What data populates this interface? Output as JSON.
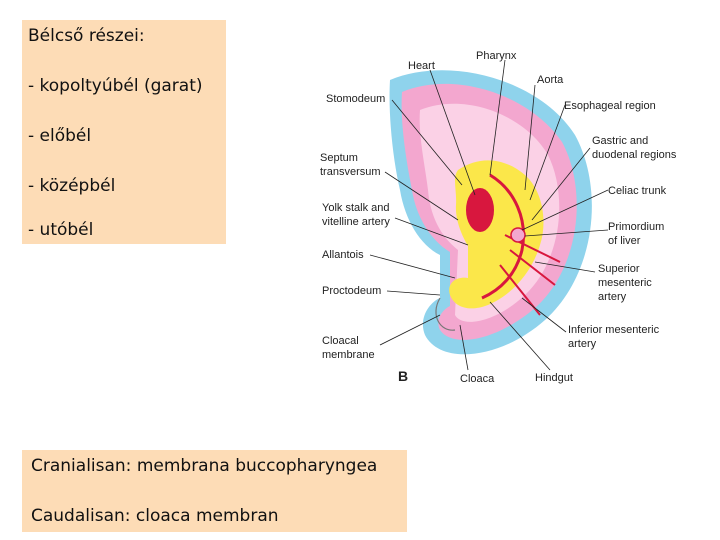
{
  "notes_box": {
    "title": "Bélcső részei:",
    "items": [
      "- kopoltyúbél (garat)",
      "- előbél",
      "- középbél",
      "- utóbél"
    ]
  },
  "membranes_box": {
    "line1": "Cranialisan: membrana buccopharyngea",
    "line2": "Caudalisan: cloaca membran"
  },
  "diagram": {
    "panel_letter": "B",
    "labels": {
      "heart": "Heart",
      "pharynx": "Pharynx",
      "aorta": "Aorta",
      "stomodeum": "Stomodeum",
      "esophageal": "Esophageal region",
      "gastric_1": "Gastric and",
      "gastric_2": "duodenal regions",
      "septum_1": "Septum",
      "septum_2": "transversum",
      "celiac": "Celiac trunk",
      "yolk_1": "Yolk stalk and",
      "yolk_2": "vitelline artery",
      "primordium_1": "Primordium",
      "primordium_2": "of liver",
      "allantois": "Allantois",
      "superior_1": "Superior",
      "superior_2": "mesenteric",
      "superior_3": "artery",
      "proctodeum": "Proctodeum",
      "inferior_1": "Inferior mesenteric",
      "inferior_2": "artery",
      "cloacal_1": "Cloacal",
      "cloacal_2": "membrane",
      "cloaca": "Cloaca",
      "hindgut": "Hindgut"
    },
    "colors": {
      "ectoderm": "#8fd3ec",
      "mesoderm": "#f3a7cf",
      "endoderm": "#fbe74a",
      "vessels": "#d8173e",
      "background": "#ffffff"
    }
  }
}
